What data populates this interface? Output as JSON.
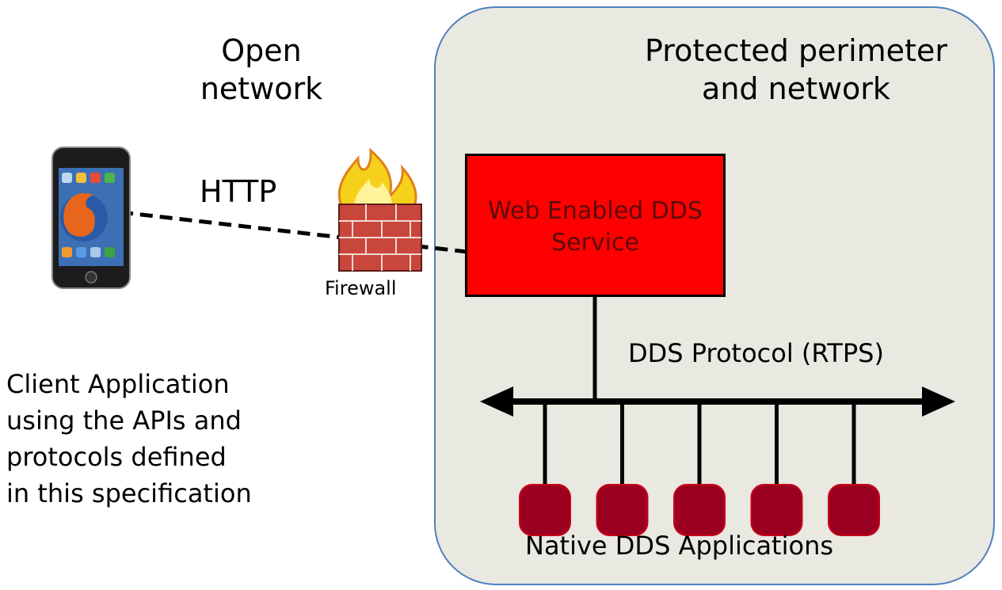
{
  "zones": {
    "open_network": {
      "line1": "Open",
      "line2": "network"
    },
    "protected": {
      "line1": "Protected perimeter",
      "line2": "and network"
    }
  },
  "connection": {
    "http_label": "HTTP",
    "firewall_label": "Firewall"
  },
  "service": {
    "line1": "Web Enabled DDS",
    "line2": "Service"
  },
  "bus": {
    "protocol_label": "DDS Protocol (RTPS)",
    "app_count": 5,
    "apps_label": "Native DDS Applications"
  },
  "client": {
    "lines": [
      "Client Application",
      "using the APIs and",
      "protocols defined",
      "in this specification"
    ]
  },
  "colors": {
    "service_fill": "#ff0000",
    "app_fill": "#9b0020",
    "perimeter_fill": "#e9e8e1",
    "perimeter_border": "#4f81bd"
  }
}
